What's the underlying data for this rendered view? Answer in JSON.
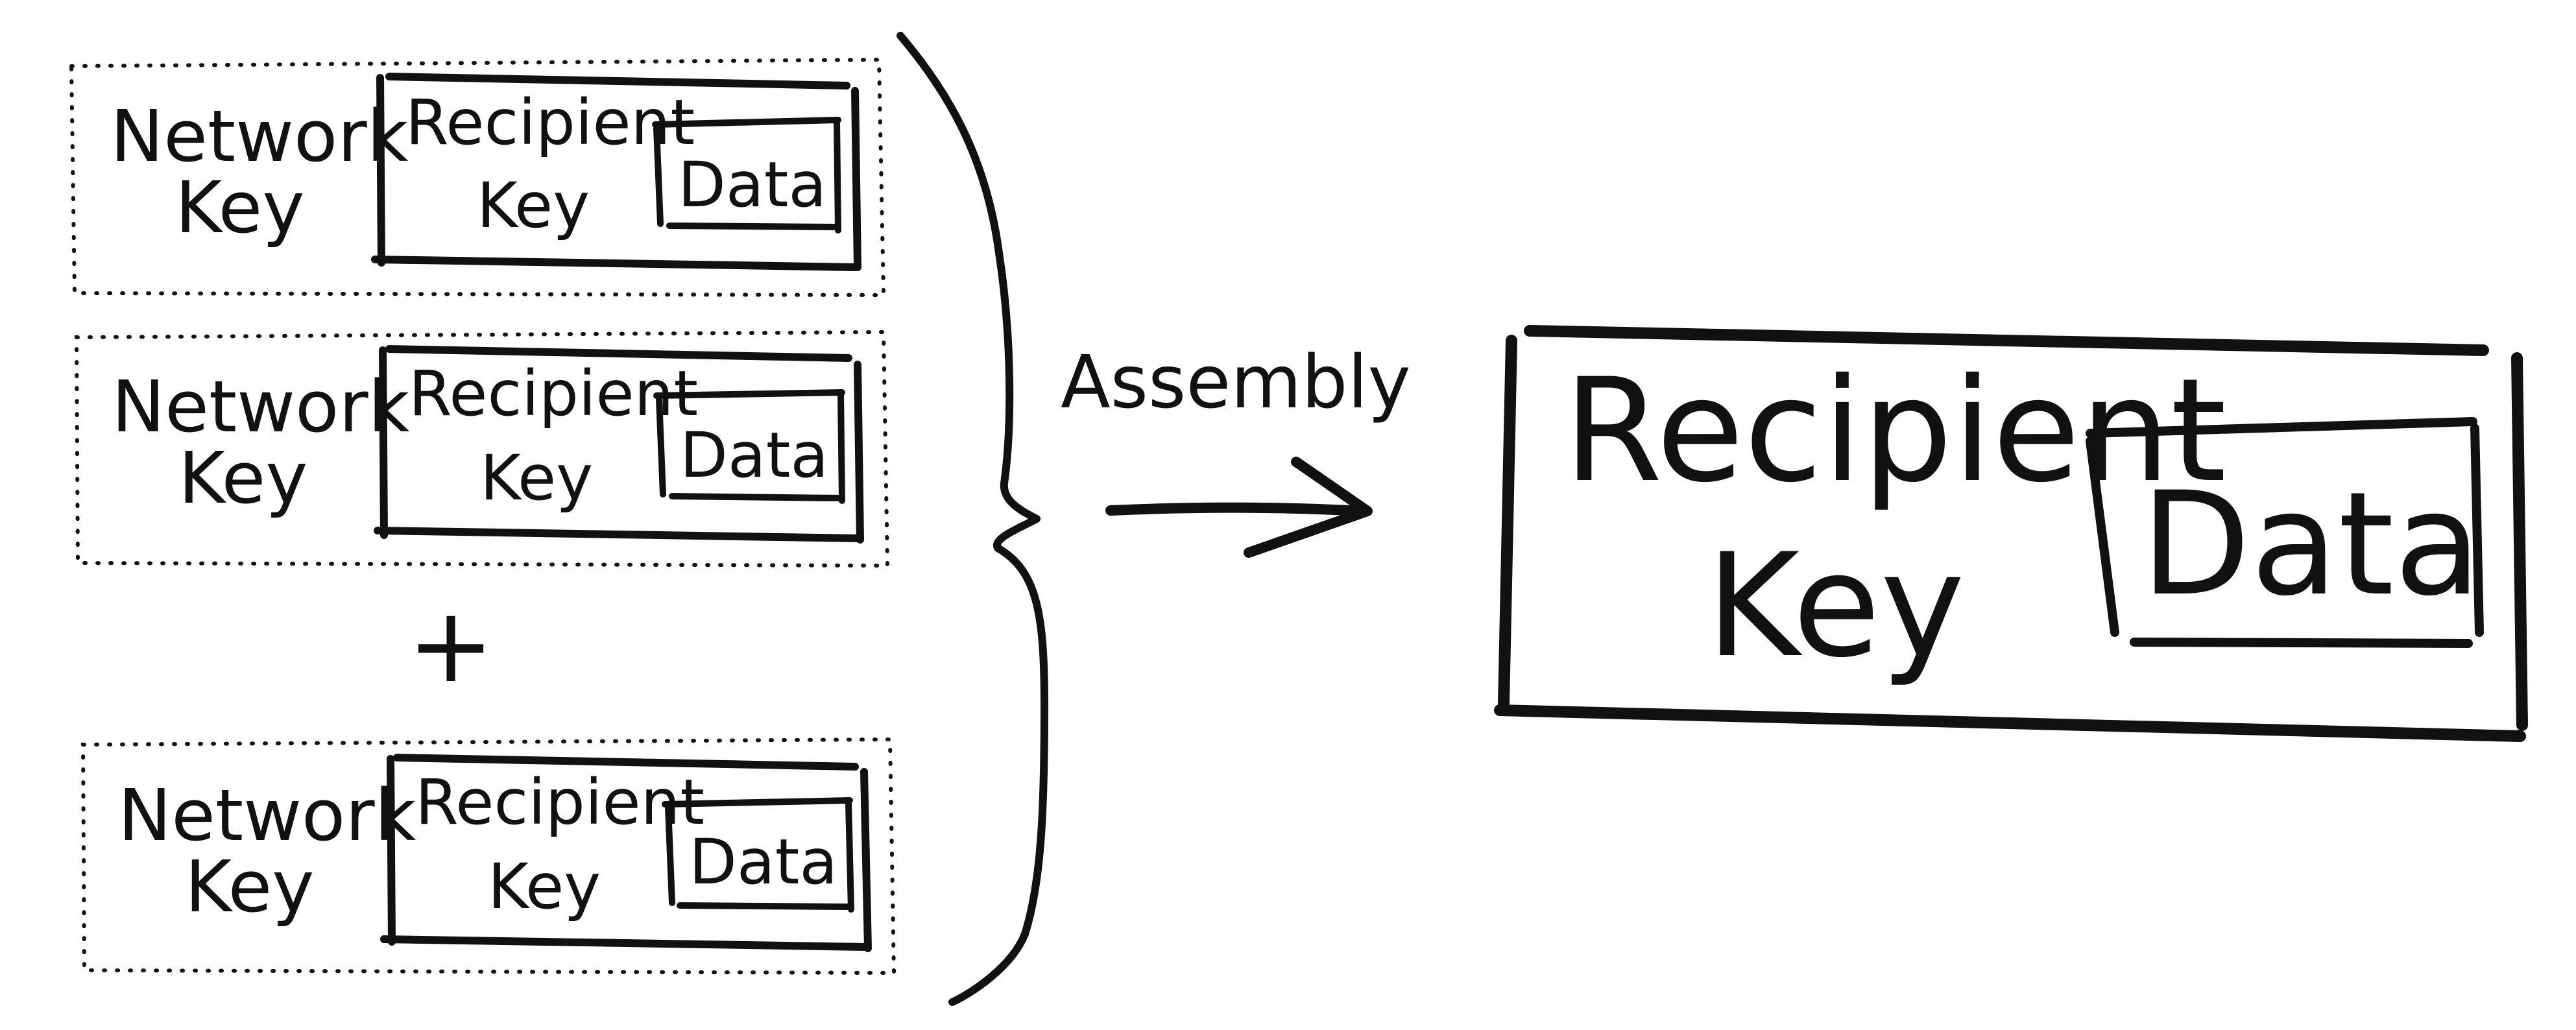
{
  "packets": [
    {
      "network_key": [
        "Network",
        "Key"
      ],
      "recipient_key": [
        "Recipient",
        "Key"
      ],
      "data": "Data"
    },
    {
      "network_key": [
        "Network",
        "Key"
      ],
      "recipient_key": [
        "Recipient",
        "Key"
      ],
      "data": "Data"
    },
    {
      "network_key": [
        "Network",
        "Key"
      ],
      "recipient_key": [
        "Recipient",
        "Key"
      ],
      "data": "Data"
    }
  ],
  "plus_sign": "+",
  "assembly_label": "Assembly",
  "result": {
    "recipient_key": [
      "Recipient",
      "Key"
    ],
    "data": "Data"
  }
}
